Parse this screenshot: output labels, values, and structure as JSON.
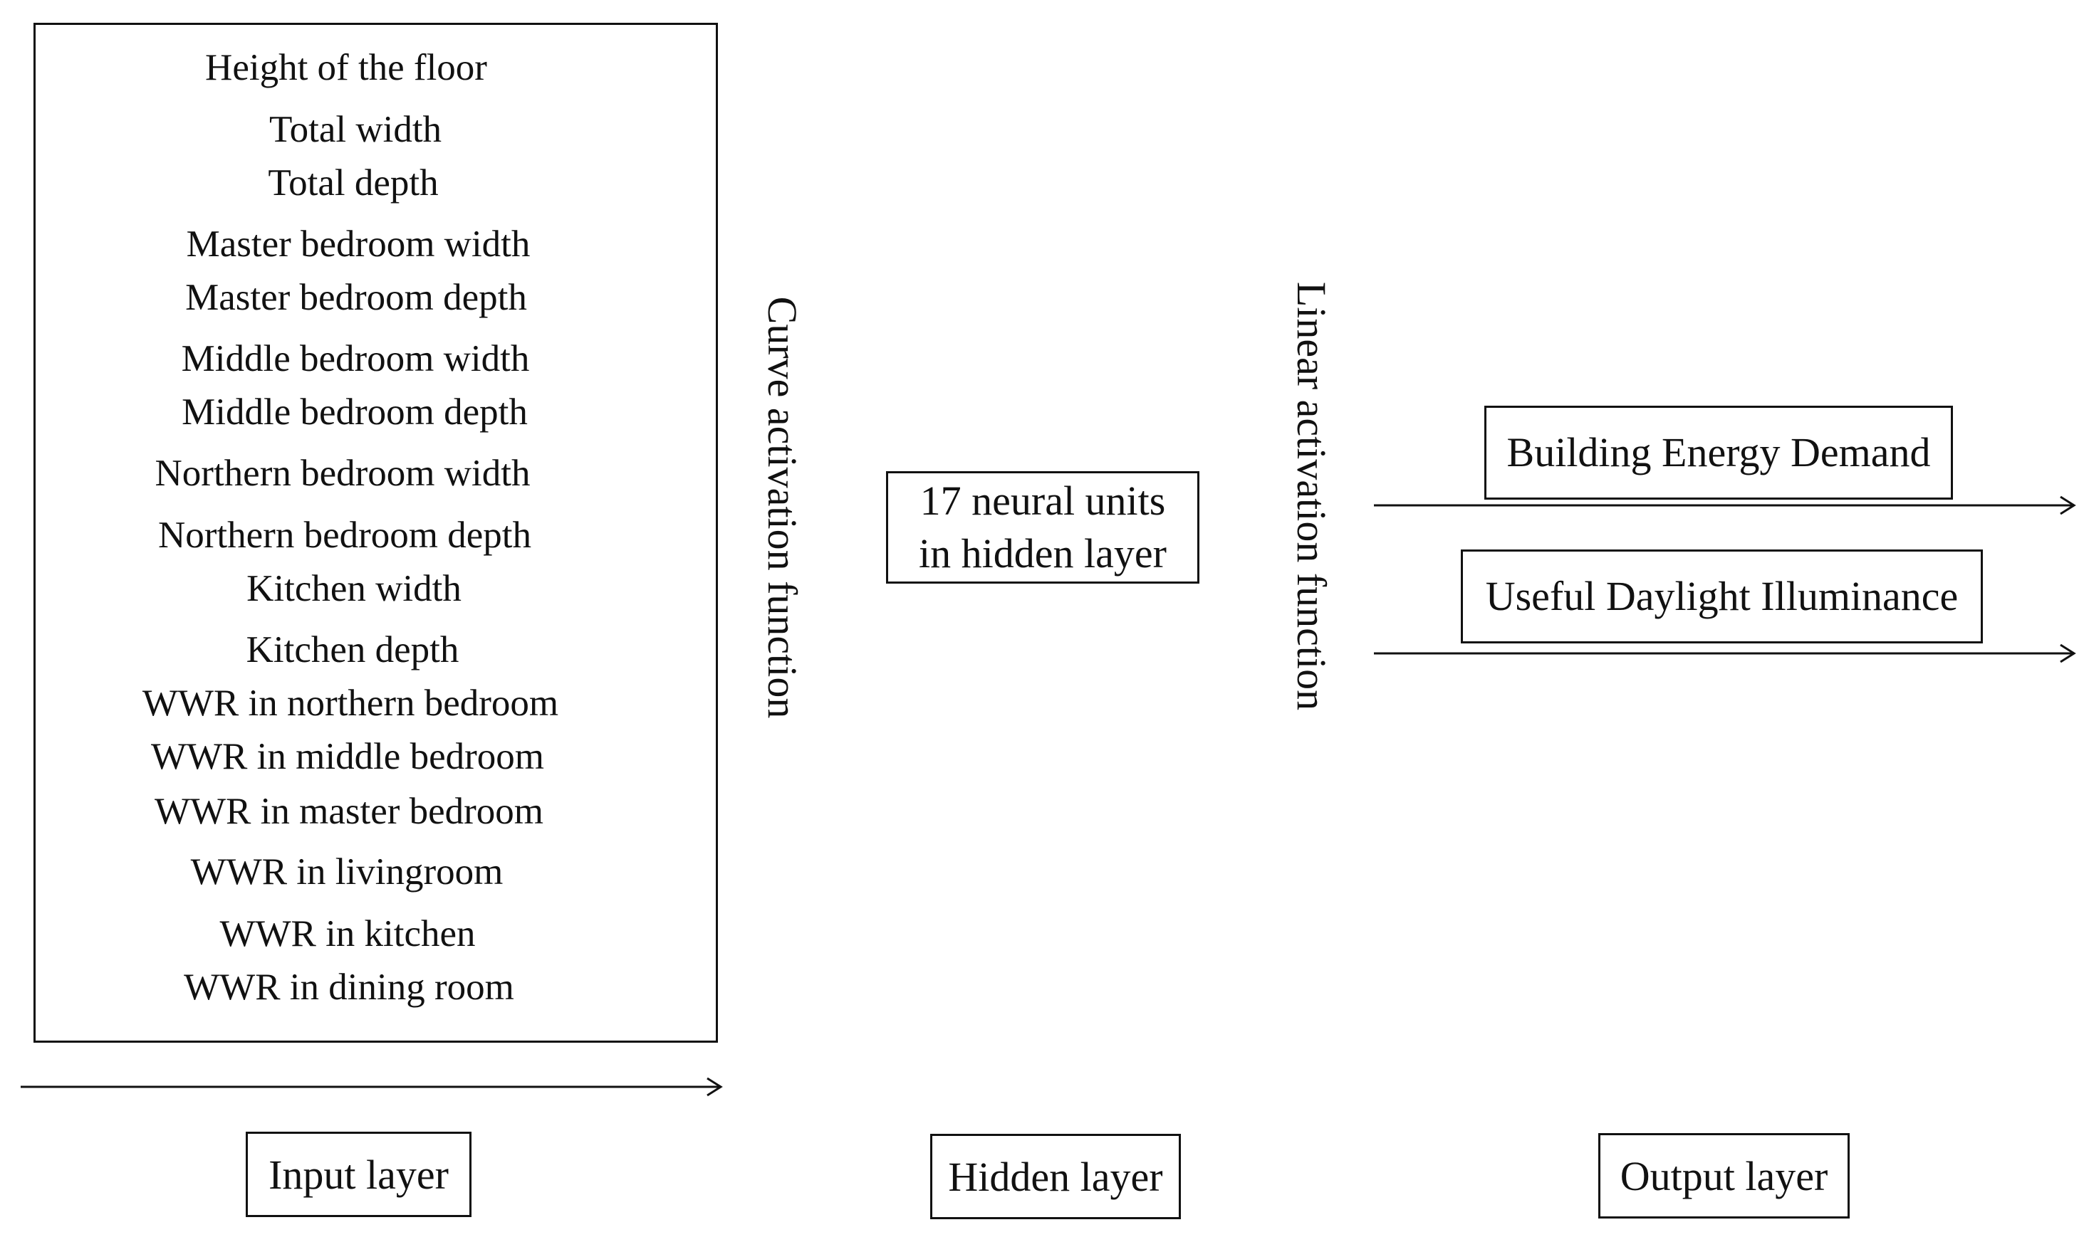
{
  "inputs": [
    "Height of the floor",
    "Total width",
    "Total depth",
    "Master bedroom width",
    "Master bedroom depth",
    "Middle bedroom width",
    "Middle bedroom depth",
    "Northern bedroom width",
    "Northern bedroom depth",
    "Kitchen width",
    "Kitchen depth",
    "WWR in northern bedroom",
    "WWR in middle bedroom",
    "WWR in master bedroom",
    "WWR in livingroom",
    "WWR in kitchen",
    "WWR in dining room"
  ],
  "hidden": {
    "line1": "17 neural units",
    "line2": "in hidden layer"
  },
  "activations": {
    "curve": "Curve activation function",
    "linear": "Linear activation function"
  },
  "outputs": [
    "Building Energy Demand",
    "Useful Daylight Illuminance"
  ],
  "layer_labels": {
    "input": "Input layer",
    "hidden": "Hidden layer",
    "output": "Output layer"
  }
}
